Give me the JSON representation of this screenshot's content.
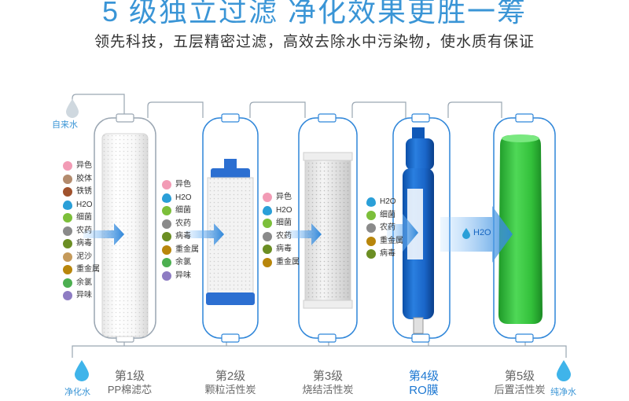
{
  "header": {
    "title": "5 级独立过滤 净化效果更胜一筹",
    "subtitle": "领先科技，五层精密过滤，高效去除水中污染物，使水质有保证"
  },
  "inlet": {
    "label": "自来水"
  },
  "outlet_left": {
    "label": "净化水"
  },
  "outlet_right": {
    "label": "纯净水"
  },
  "colors": {
    "accent": "#3a95d6",
    "active": "#1e78d2",
    "arrow": "#2f86d9",
    "housing": "#9aa6b2",
    "ro_blue": "#1565c0",
    "green_cartridge": "#33c03a"
  },
  "stages": [
    {
      "num": "第1级",
      "name": "PP棉滤芯",
      "active": false,
      "contaminants": [
        {
          "label": "异色",
          "icon": "pink-blob-icon"
        },
        {
          "label": "胶体",
          "icon": "colloid-icon"
        },
        {
          "label": "铁锈",
          "icon": "rust-icon"
        },
        {
          "label": "H2O",
          "icon": "water-drop-icon"
        },
        {
          "label": "细菌",
          "icon": "bacteria-icon"
        },
        {
          "label": "农药",
          "icon": "pesticide-icon"
        },
        {
          "label": "病毒",
          "icon": "virus-icon"
        },
        {
          "label": "泥沙",
          "icon": "sand-icon"
        },
        {
          "label": "重金属",
          "icon": "heavy-metal-icon"
        },
        {
          "label": "余氯",
          "icon": "chlorine-icon"
        },
        {
          "label": "异味",
          "icon": "odor-icon"
        }
      ]
    },
    {
      "num": "第2级",
      "name": "颗粒活性炭",
      "active": false,
      "contaminants": [
        {
          "label": "异色",
          "icon": "pink-blob-icon"
        },
        {
          "label": "H2O",
          "icon": "water-drop-icon"
        },
        {
          "label": "细菌",
          "icon": "bacteria-icon"
        },
        {
          "label": "农药",
          "icon": "pesticide-icon"
        },
        {
          "label": "病毒",
          "icon": "virus-icon"
        },
        {
          "label": "重金属",
          "icon": "heavy-metal-icon"
        },
        {
          "label": "余氯",
          "icon": "chlorine-icon"
        },
        {
          "label": "异味",
          "icon": "odor-icon"
        }
      ]
    },
    {
      "num": "第3级",
      "name": "烧结活性炭",
      "active": false,
      "contaminants": [
        {
          "label": "异色",
          "icon": "pink-blob-icon"
        },
        {
          "label": "H2O",
          "icon": "water-drop-icon"
        },
        {
          "label": "细菌",
          "icon": "bacteria-icon"
        },
        {
          "label": "农药",
          "icon": "pesticide-icon"
        },
        {
          "label": "病毒",
          "icon": "virus-icon"
        },
        {
          "label": "重金属",
          "icon": "heavy-metal-icon"
        }
      ]
    },
    {
      "num": "第4级",
      "name": "RO膜",
      "active": true,
      "contaminants": [
        {
          "label": "H2O",
          "icon": "water-drop-icon"
        },
        {
          "label": "细菌",
          "icon": "bacteria-icon"
        },
        {
          "label": "农药",
          "icon": "pesticide-icon"
        },
        {
          "label": "重金属",
          "icon": "heavy-metal-icon"
        },
        {
          "label": "病毒",
          "icon": "virus-icon"
        }
      ]
    },
    {
      "num": "第5级",
      "name": "后置活性炭",
      "active": false,
      "output": {
        "label": "H2O",
        "icon": "water-drop-icon"
      }
    }
  ]
}
